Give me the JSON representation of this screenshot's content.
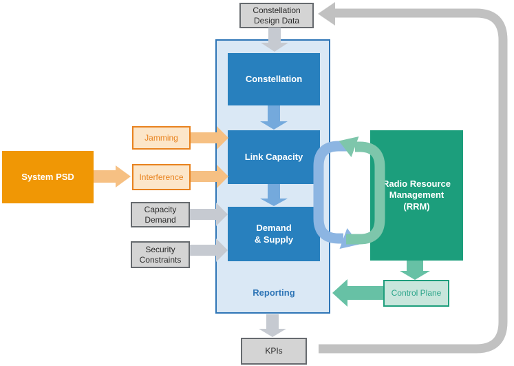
{
  "diagram": {
    "title": "Constellation simulation and RRM feedback loop diagram",
    "nodes": {
      "constellation_design_data": {
        "label": "Constellation\nDesign Data"
      },
      "constellation": {
        "label": "Constellation"
      },
      "link_capacity": {
        "label": "Link Capacity"
      },
      "demand_supply": {
        "label": "Demand\n& Supply"
      },
      "reporting": {
        "label": "Reporting"
      },
      "jamming": {
        "label": "Jamming"
      },
      "interference": {
        "label": "Interference"
      },
      "system_psd": {
        "label": "System PSD"
      },
      "capacity_demand": {
        "label": "Capacity\nDemand"
      },
      "security_constraints": {
        "label": "Security\nConstraints"
      },
      "rrm": {
        "label": "Radio Resource\nManagement\n(RRM)"
      },
      "control_plane": {
        "label": "Control Plane"
      },
      "kpis": {
        "label": "KPIs"
      }
    },
    "colors": {
      "process_blue": "#2880be",
      "container_fill": "#dae8f5",
      "container_border": "#2e75b6",
      "orange_solid": "#f09705",
      "orange_border": "#e8821e",
      "orange_fill": "#fce6c9",
      "orange_arrow": "#f6c083",
      "green_solid": "#1c9e7c",
      "green_fill": "#c8e6dc",
      "green_arrow": "#67c1a5",
      "cycle_blue": "#8cb5e2",
      "cycle_green": "#7ec6ab",
      "blue_arrow": "#74a9dc",
      "gray_arrow": "#c6cad1",
      "gray_fill": "#d4d4d4",
      "loop_line": "#c1c1c1"
    }
  }
}
